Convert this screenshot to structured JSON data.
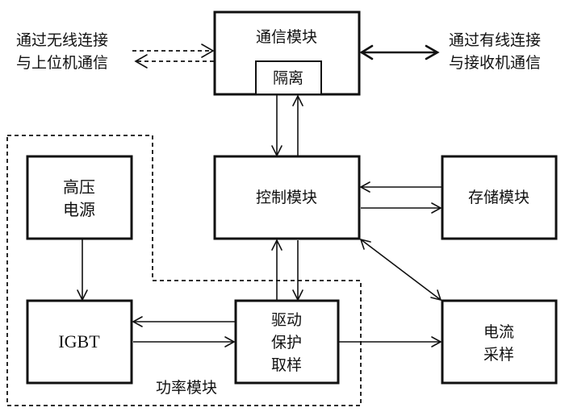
{
  "diagram": {
    "title": "",
    "modules": {
      "comm": {
        "label": "通信模块",
        "isolation": "隔离"
      },
      "control": {
        "label": "控制模块"
      },
      "storage": {
        "label": "存储模块"
      },
      "hv_power": {
        "lines": [
          "高压",
          "电源"
        ]
      },
      "igbt": {
        "label": "IGBT"
      },
      "drive": {
        "lines": [
          "驱动",
          "保护",
          "取样"
        ]
      },
      "current": {
        "lines": [
          "电流",
          "采样"
        ]
      }
    },
    "group": {
      "label": "功率模块"
    },
    "external": {
      "wireless": {
        "lines": [
          "通过无线连接",
          "与上位机通信"
        ]
      },
      "wired": {
        "lines": [
          "通过有线连接",
          "与接收机通信"
        ]
      }
    },
    "connections": [
      {
        "from": "wireless-host",
        "to": "comm",
        "style": "dashed",
        "direction": "both"
      },
      {
        "from": "comm",
        "to": "wired-receiver",
        "style": "thick",
        "direction": "both"
      },
      {
        "from": "comm",
        "to": "control",
        "style": "solid",
        "direction": "down"
      },
      {
        "from": "control",
        "to": "comm",
        "style": "solid",
        "direction": "up"
      },
      {
        "from": "storage",
        "to": "control",
        "style": "solid",
        "direction": "left"
      },
      {
        "from": "control",
        "to": "storage",
        "style": "solid",
        "direction": "right"
      },
      {
        "from": "control",
        "to": "current",
        "style": "solid",
        "direction": "both"
      },
      {
        "from": "drive",
        "to": "control",
        "style": "solid",
        "direction": "up"
      },
      {
        "from": "control",
        "to": "drive",
        "style": "solid",
        "direction": "down"
      },
      {
        "from": "hv_power",
        "to": "igbt",
        "style": "solid",
        "direction": "down"
      },
      {
        "from": "drive",
        "to": "igbt",
        "style": "solid",
        "direction": "left"
      },
      {
        "from": "igbt",
        "to": "drive",
        "style": "solid",
        "direction": "right"
      },
      {
        "from": "drive",
        "to": "current",
        "style": "solid",
        "direction": "right"
      }
    ]
  }
}
